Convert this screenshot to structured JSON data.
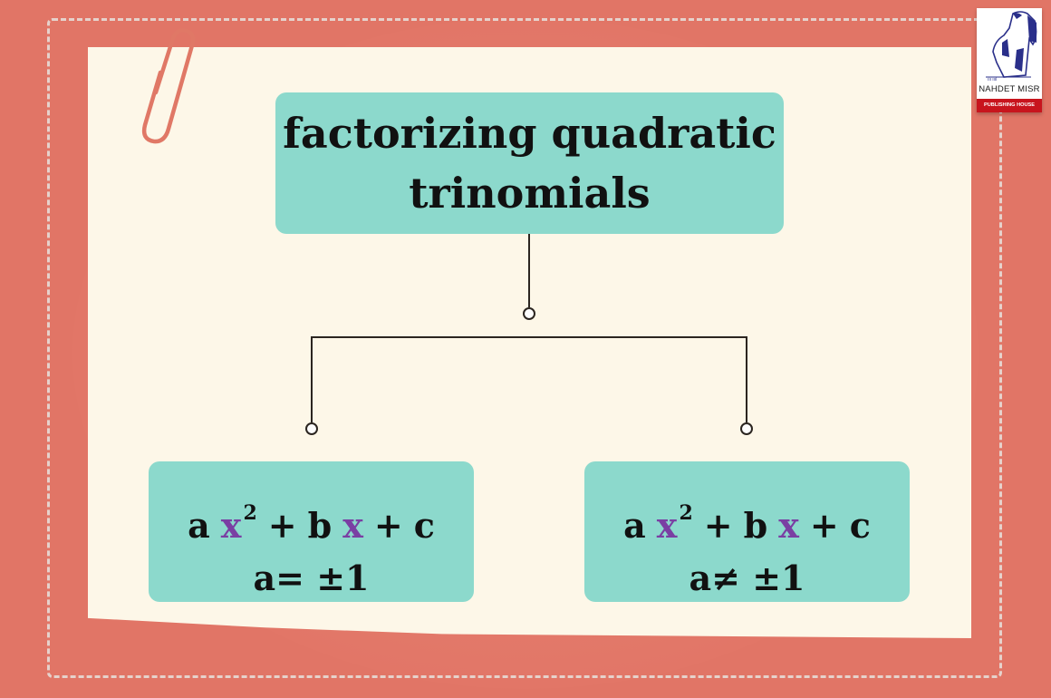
{
  "diagram": {
    "title_line1": "factorizing quadratic",
    "title_line2": "trinomials",
    "branches": [
      {
        "expression": {
          "a": "a",
          "x1": "x",
          "exp": "2",
          "plus1": "+",
          "b": "b",
          "x2": "x",
          "plus2": "+",
          "c": "c"
        },
        "condition": "a= ±1"
      },
      {
        "expression": {
          "a": "a",
          "x1": "x",
          "exp": "2",
          "plus1": "+",
          "b": "b",
          "x2": "x",
          "plus2": "+",
          "c": "c"
        },
        "condition": "a≠ ±1"
      }
    ]
  },
  "logo": {
    "name": "NAHDET MISR",
    "subtitle": "PUBLISHING HOUSE"
  },
  "colors": {
    "background": "#e17566",
    "paper": "#fdf7e8",
    "box": "#8cd9cc",
    "variable": "#7a3fa3",
    "logo_red": "#c8141d",
    "logo_blue": "#2a2f8a"
  }
}
